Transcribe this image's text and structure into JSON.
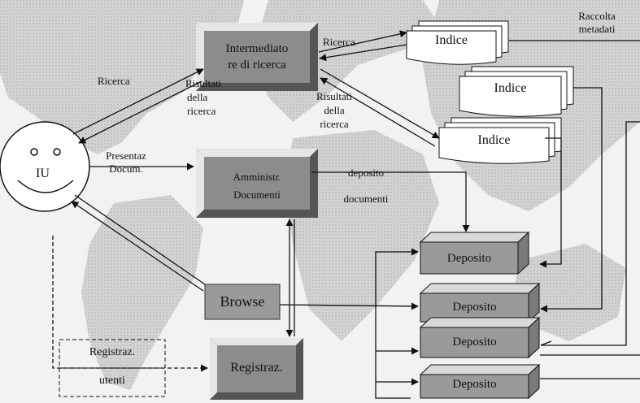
{
  "colors": {
    "background": "#f2f2f2",
    "map_land": "#d6d6d6",
    "box_dark": "#8c8c8c",
    "box_light": "#b3b3b3",
    "bevel_light": "#e6e6e6",
    "bevel_dark": "#555555",
    "line": "#111111"
  },
  "face": {
    "label": "IU"
  },
  "boxes": {
    "intermediatore": {
      "line1": "Intermediato",
      "line2": "re di ricerca"
    },
    "amministr": {
      "line1": "Amministr.",
      "line2": "Documenti"
    },
    "browse": {
      "label": "Browse"
    },
    "registraz_box": {
      "label": "Registraz."
    },
    "registraz_utenti": {
      "line1": "Registraz.",
      "line2": "utenti"
    }
  },
  "indici": [
    "Indice",
    "Indice",
    "Indice"
  ],
  "depositi": [
    "Deposito",
    "Deposito",
    "Deposito",
    "Deposito"
  ],
  "labels": {
    "ricerca_left": "Ricerca",
    "risultati_left_1": "Risultati",
    "risultati_left_2": "della",
    "risultati_left_3": "ricerca",
    "ricerca_top": "Ricerca",
    "risultati_right_1": "Risultati",
    "risultati_right_2": "della",
    "risultati_right_3": "ricerca",
    "presentaz_1": "Presentaz",
    "presentaz_2": "Docum.",
    "deposito_doc_1": "deposito",
    "deposito_doc_2": "documenti",
    "raccolta_1": "Raccolta",
    "raccolta_2": "metadati"
  }
}
